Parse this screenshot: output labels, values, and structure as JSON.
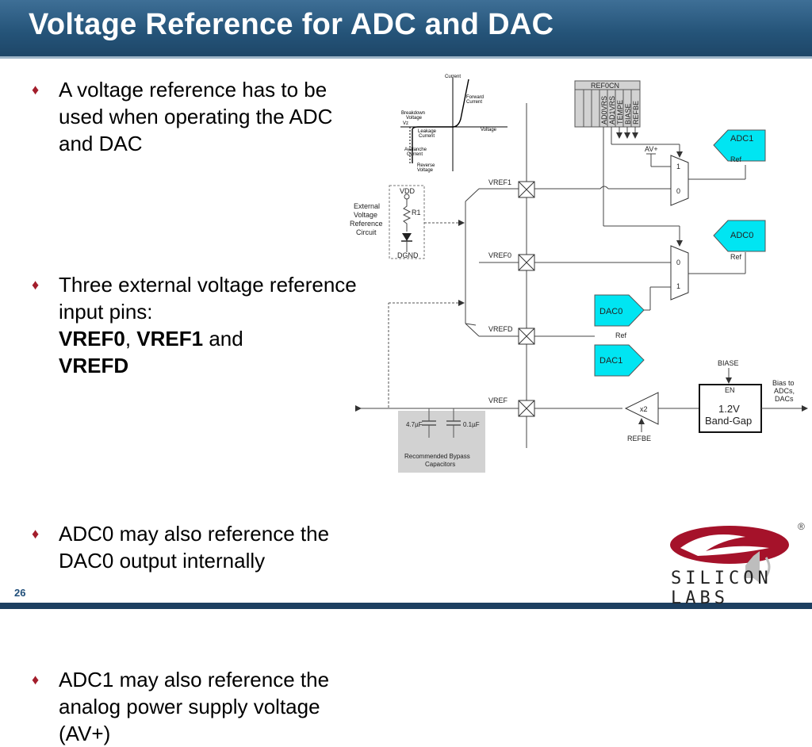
{
  "title": "Voltage Reference for ADC and DAC",
  "bullets": {
    "b1": "A voltage reference has to be used when operating the ADC and DAC",
    "b2_pre": "Three external voltage reference input pins:",
    "b2_vref0": "VREF0",
    "b2_comma": ",",
    "b2_vref1": "VREF1",
    "b2_and": "and",
    "b2_vrefd": "VREFD",
    "b3": "ADC0 may also reference the DAC0 output internally",
    "b4": "ADC1 may also reference the analog power supply voltage (AV+)"
  },
  "bullet_glyph": "♦",
  "diagram": {
    "iv_curve": {
      "current": "Current",
      "forward": "Forward",
      "forward2": "Current",
      "breakdown": "Breakdown",
      "breakdown2": "Voltage",
      "vz": "Vz",
      "leakage": "Leakage",
      "leakage2": "Current",
      "voltage": "Voltage",
      "avalanche": "Avalanche",
      "avalanche2": "Current",
      "reverse": "Reverse",
      "reverse2": "Voltage"
    },
    "ext_ref": {
      "l1": "External",
      "l2": "Voltage",
      "l3": "Reference",
      "l4": "Circuit",
      "vdd": "VDD",
      "r1": "R1",
      "dgnd": "DGND"
    },
    "ref0cn": {
      "title": "REF0CN",
      "bits": [
        "AD0VRS",
        "AD1VRS",
        "TEMPE",
        "BIASE",
        "REFBE"
      ]
    },
    "pins": {
      "vref1": "VREF1",
      "vref0": "VREF0",
      "vrefd": "VREFD",
      "vref": "VREF"
    },
    "mux_labels": {
      "avplus": "AV+",
      "m1_top": "1",
      "m1_bot": "0",
      "m2_top": "0",
      "m2_bot": "1"
    },
    "blocks": {
      "adc1": "ADC1",
      "adc0": "ADC0",
      "dac0": "DAC0",
      "dac1": "DAC1",
      "ref": "Ref",
      "x2": "x2",
      "refbe": "REFBE",
      "biase": "BIASE",
      "en": "EN",
      "bg1": "1.2V",
      "bg2": "Band-Gap",
      "bias1": "Bias to",
      "bias2": "ADCs,",
      "bias3": "DACs"
    },
    "bypass": {
      "c1": "4.7µF",
      "c2": "0.1µF",
      "l1": "Recommended Bypass",
      "l2": "Capacitors"
    },
    "colors": {
      "cyan": "#00e5f2",
      "gray_box": "#d2d2d2",
      "line": "#444444"
    }
  },
  "slide_number": "26",
  "logo": {
    "text": "SILICON LABS",
    "reg": "®"
  }
}
